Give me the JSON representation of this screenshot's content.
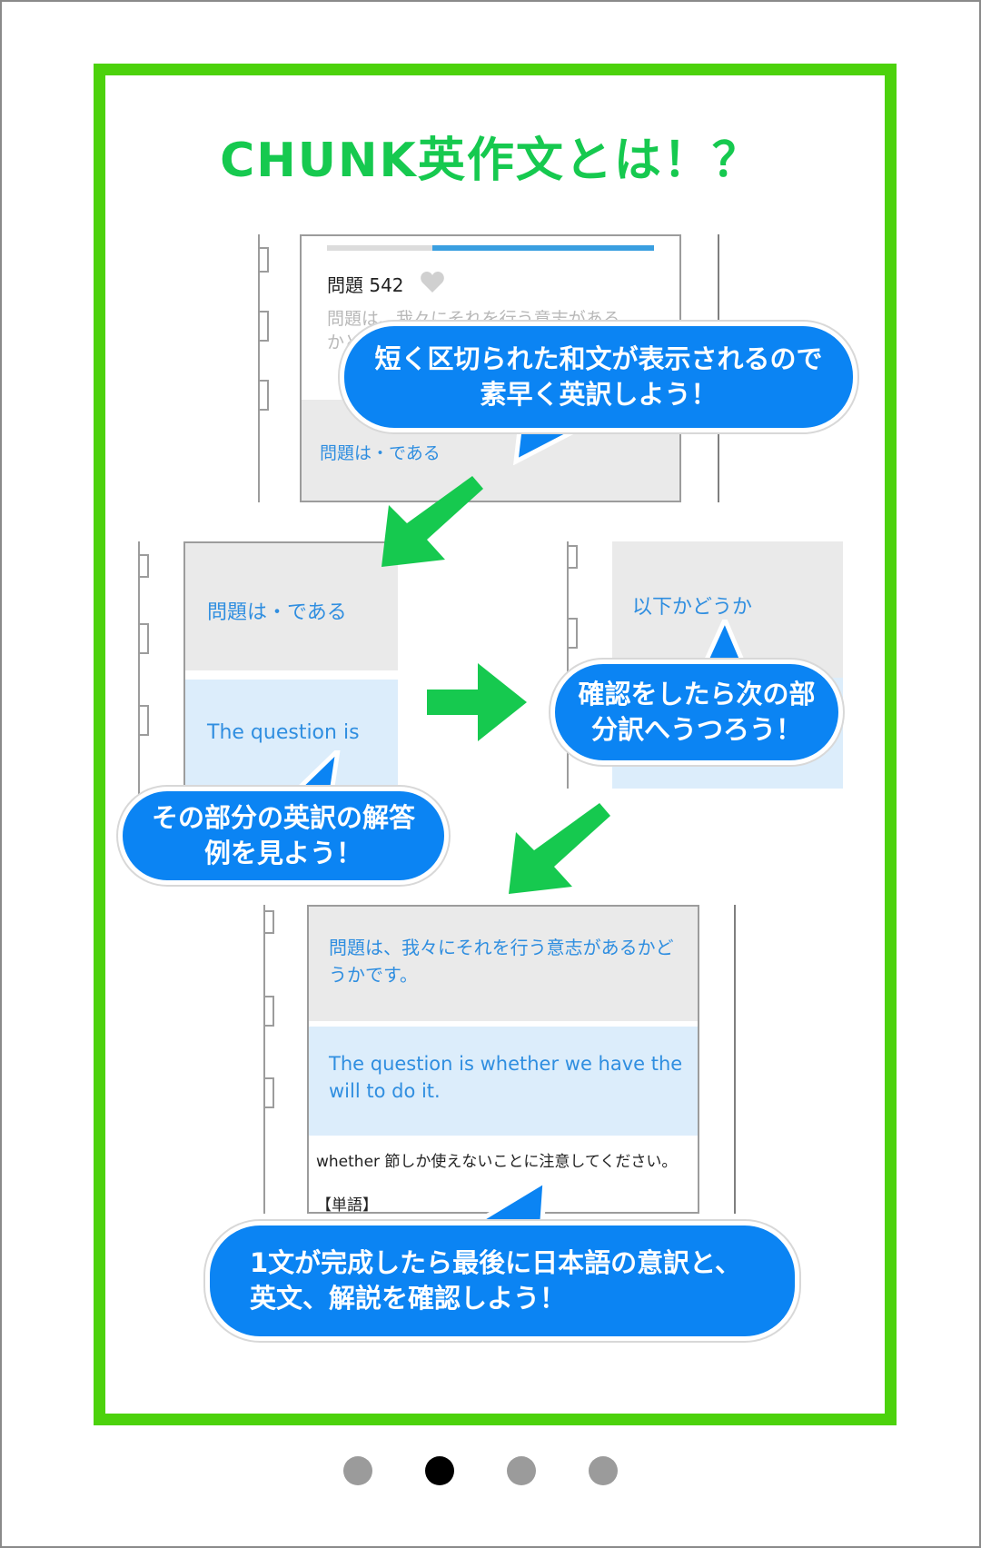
{
  "title": "CHUNK英作文とは！？",
  "phone1": {
    "question_label": "問題 542",
    "faded_text_line1": "問題は、我々にそれを行う意志がある",
    "faded_text_line2": "かど",
    "chunk": "問題は・である"
  },
  "phone2": {
    "chunk": "問題は・である",
    "answer": "The question is"
  },
  "phone3": {
    "chunk": "以下かどうか"
  },
  "phone4": {
    "japanese": "問題は、我々にそれを行う意志があるかどうかです。",
    "english": "The question is whether we have the will to do it.",
    "note": "whether 節しか使えないことに注意してください。",
    "vocab_heading": "【単語】"
  },
  "bubbles": {
    "b1": "短く区切られた和文が表示されるので素早く英訳しよう！",
    "b2": "確認をしたら次の部分訳へうつろう！",
    "b3": "その部分の英訳の解答例を見よう！",
    "b4": "1文が完成したら最後に日本語の意訳と、英文、解説を確認しよう！"
  },
  "pagination": {
    "total": 4,
    "active_index": 1
  },
  "colors": {
    "frame": "#4cd20c",
    "title": "#16c94f",
    "bubble": "#0b84f3",
    "arrow": "#16c94f",
    "chunk_text": "#2f8ee0"
  },
  "icons": {
    "favorite": "heart-icon"
  }
}
